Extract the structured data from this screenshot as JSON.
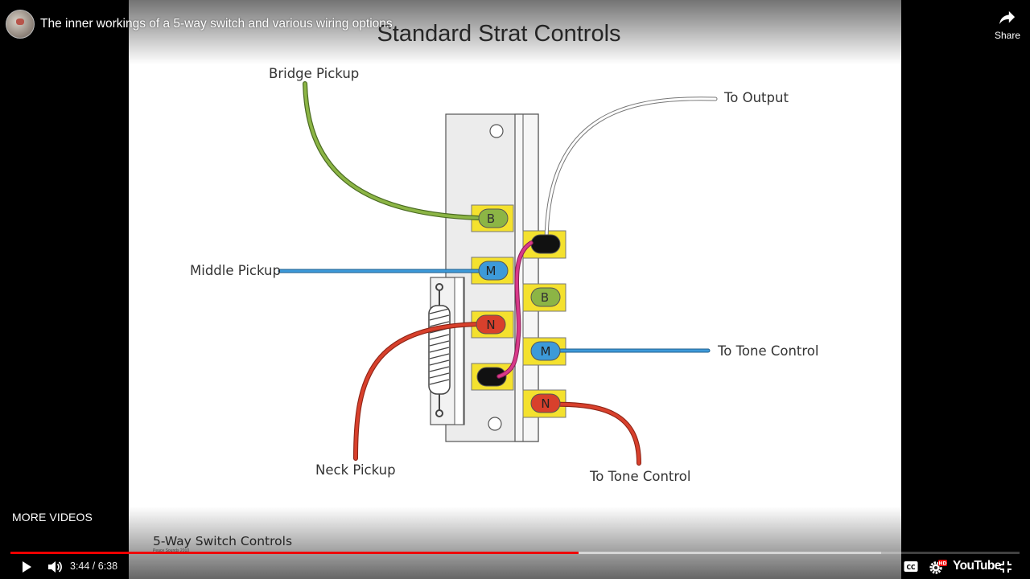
{
  "header": {
    "video_title": "The inner workings of a 5-way switch and various wiring options",
    "share_label": "Share"
  },
  "slide": {
    "title": "Standard Strat Controls",
    "labels": {
      "bridge_pickup": "Bridge Pickup",
      "to_output": "To Output",
      "middle_pickup": "Middle Pickup",
      "to_tone_control_mid": "To Tone Control",
      "neck_pickup": "Neck Pickup",
      "to_tone_control_bottom": "To Tone Control"
    },
    "lugs": {
      "left": [
        "B",
        "M",
        "N"
      ],
      "right": [
        "B",
        "M",
        "N"
      ]
    },
    "footer_caption": "5-Way Switch Controls",
    "footer_small": "Peace Sounds 2010",
    "colors": {
      "bridge": "#8cb545",
      "middle": "#3d9ad9",
      "neck": "#d8402c",
      "common": "#000000",
      "jumper": "#d9398a",
      "lug_plate": "#f4e12e"
    }
  },
  "overlay": {
    "more_videos_label": "MORE VIDEOS"
  },
  "controls": {
    "time_current": "3:44",
    "time_total": "6:38",
    "time_text": "3:44 / 6:38",
    "progress_fraction": 0.5628,
    "buffered_fraction": 0.8628,
    "youtube_logo": "YouTube",
    "icons": [
      "play-icon",
      "volume-icon",
      "captions-icon",
      "settings-hd-icon",
      "youtube-logo",
      "exit-fullscreen-icon"
    ]
  }
}
